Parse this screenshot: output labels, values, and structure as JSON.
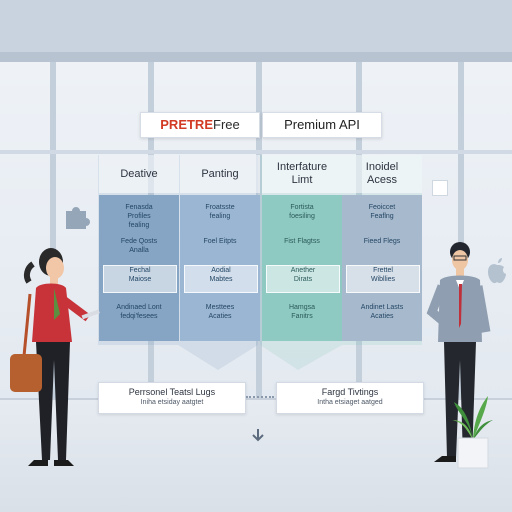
{
  "tabs": {
    "free_prefix": "PRETRE",
    "free_suffix": "Free",
    "premium": "Premium API"
  },
  "columns": [
    {
      "header": "Deative",
      "cells": [
        "Fenasda\nProfiles\nfealing",
        "Fede Qosts\nAnalla",
        "Fechal\nMaiose",
        "Andinaed Lont\nfedqi'fesees"
      ]
    },
    {
      "header": "Panting",
      "cells": [
        "Froatsste\nfealing",
        "Foel Eitpts",
        "Aodial\nMabtes",
        "Mesttees\nAcaties"
      ]
    },
    {
      "header": "Interfature\nLimt",
      "cells": [
        "Fortista\nfoesiling",
        "Fist Flagtss",
        "Anether\nDirats",
        "Hamgsa\nFanitrs"
      ]
    },
    {
      "header": "Inoidel\nAcess",
      "cells": [
        "Feoiccet\nFeaflng",
        "Fieed Flegs",
        "Frettel\nWibllies",
        "Andinet Lasts\nAcaties"
      ]
    }
  ],
  "bottom": [
    {
      "title": "Perrsonel Teatsl Lugs",
      "sub": "Iniha etsiday aatgtet"
    },
    {
      "title": "Fargd Tivtings",
      "sub": "Intha etsiaget aatged"
    }
  ],
  "colors": {
    "free_accent": "#d23a24",
    "col_blue": "#7f9fc1",
    "col_teal": "#86c7c0",
    "col_slate": "#9eb2c7"
  }
}
